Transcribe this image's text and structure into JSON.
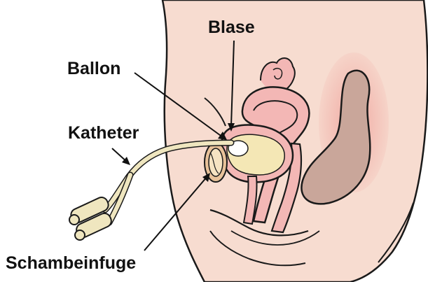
{
  "labels": {
    "blase": "Blase",
    "ballon": "Ballon",
    "katheter": "Katheter",
    "schambeinfuge": "Schambeinfuge"
  },
  "colors": {
    "skin": "#f7dcd0",
    "organ_pink": "#f3b7b5",
    "organ_outline": "#1a1a1a",
    "bladder_fill": "#f4e7b5",
    "rectum": "#c9a69a",
    "rectum_glow": "#f4b8b0",
    "catheter": "#efe6bf"
  }
}
